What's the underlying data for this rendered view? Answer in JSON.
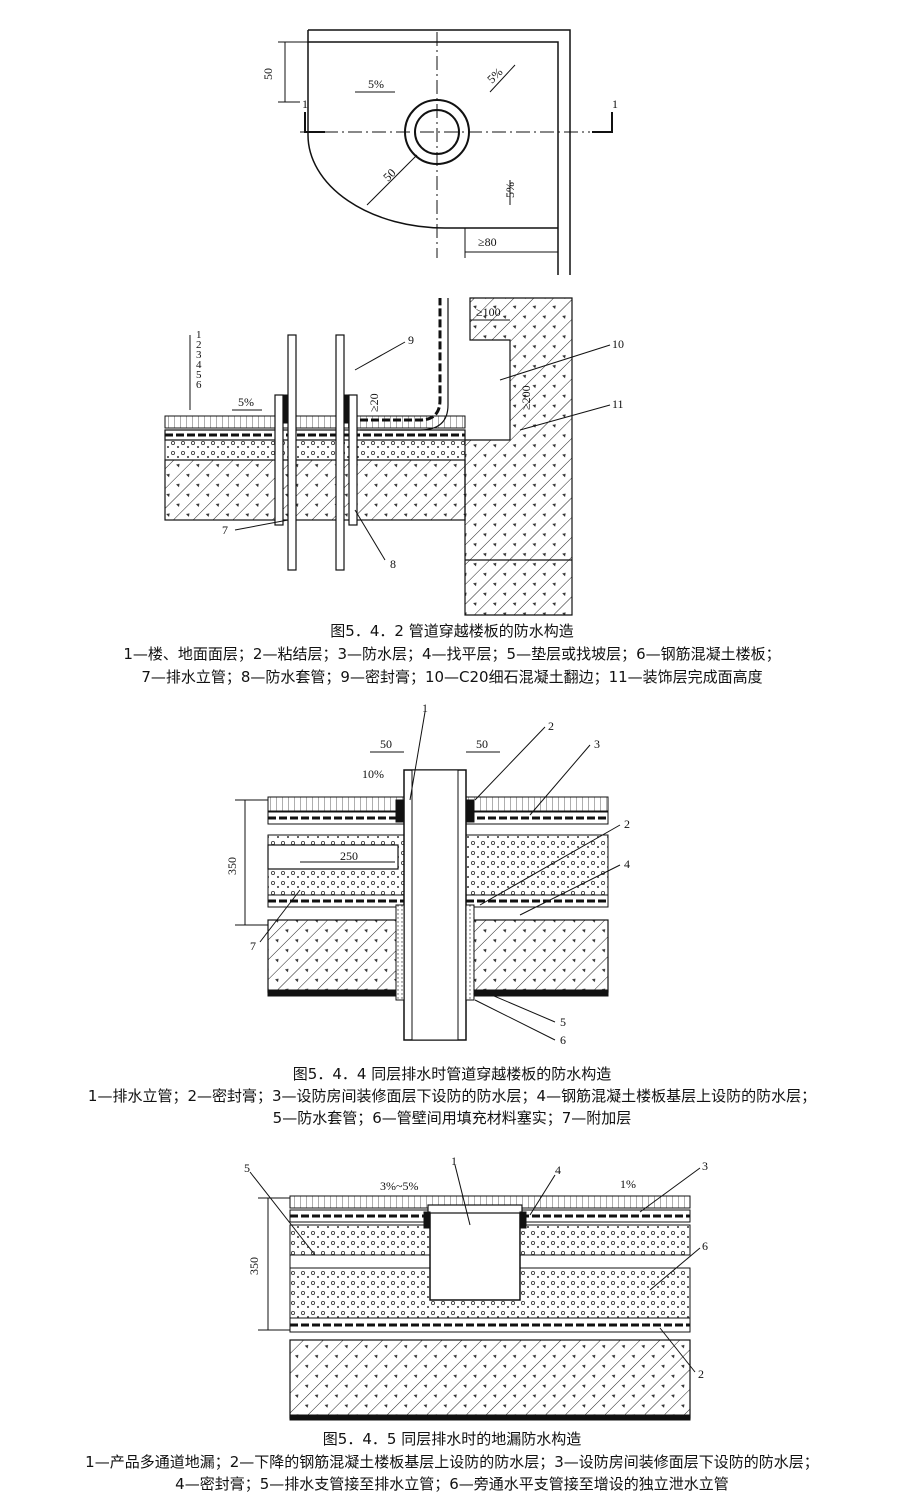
{
  "figure_plan": {
    "dim_left": "50",
    "slope_a": "5%",
    "slope_b": "5%",
    "slope_c": "5%",
    "radius": "50",
    "section_left": "1",
    "section_right": "1",
    "dim_bottom": "≥80"
  },
  "figure_542": {
    "labels": {
      "layers": [
        "1",
        "2",
        "3",
        "4",
        "5",
        "6"
      ],
      "slope": "5%",
      "dim_100": "≥100",
      "dim_20": "≥20",
      "dim_200": "≥200",
      "n7": "7",
      "n8": "8",
      "n9": "9",
      "n10": "10",
      "n11": "11"
    },
    "title": "图5．4．2 管道穿越楼板的防水构造",
    "legend_line1": "1—楼、地面面层；2—粘结层；3—防水层；4—找平层；5—垫层或找坡层；6—钢筋混凝土楼板；",
    "legend_line2": "7—排水立管；8—防水套管；9—密封膏；10—C20细石混凝土翻边；11—装饰层完成面高度"
  },
  "figure_544": {
    "labels": {
      "dim_50_left": "50",
      "dim_50_right": "50",
      "slope": "10%",
      "dim_350": "350",
      "dim_250": "250",
      "n1": "1",
      "n2a": "2",
      "n3": "3",
      "n2b": "2",
      "n4": "4",
      "n5": "5",
      "n6": "6",
      "n7": "7"
    },
    "title": "图5．4．4 同层排水时管道穿越楼板的防水构造",
    "legend_line1": "1—排水立管；2—密封膏；3—设防房间装修面层下设防的防水层；4—钢筋混凝土楼板基层上设防的防水层；",
    "legend_line2": "5—防水套管；6—管壁间用填充材料塞实；7—附加层"
  },
  "figure_545": {
    "labels": {
      "n1": "1",
      "n2": "2",
      "n3": "3",
      "n4": "4",
      "n5": "5",
      "n6": "6",
      "slope_left": "3%~5%",
      "slope_right": "1%",
      "dim_350": "350"
    },
    "title": "图5．4．5 同层排水时的地漏防水构造",
    "legend_line1": "1—产品多通道地漏；2—下降的钢筋混凝土楼板基层上设防的防水层；3—设防房间装修面层下设防的防水层；",
    "legend_line2": "4—密封膏；5—排水支管接至排水立管；6—旁通水平支管接至增设的独立泄水立管"
  }
}
